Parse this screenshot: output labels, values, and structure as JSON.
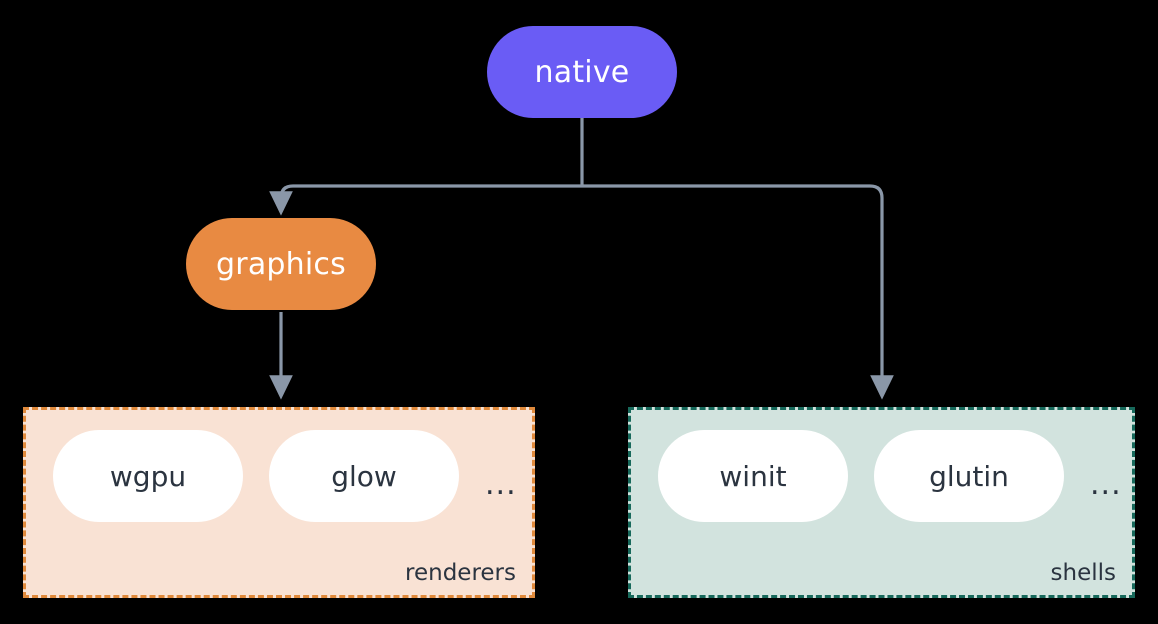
{
  "diagram": {
    "background_color": "#000000",
    "connector_color": "#8a97a8",
    "nodes": {
      "root": {
        "label": "native",
        "fill": "#6a5cf5",
        "text_color": "#ffffff"
      },
      "graphics": {
        "label": "graphics",
        "fill": "#e88a42",
        "text_color": "#ffffff"
      }
    },
    "groups": [
      {
        "id": "renderers",
        "label": "renderers",
        "fill": "#f9e2d4",
        "border_color": "#e08a3c",
        "items": [
          "wgpu",
          "glow"
        ],
        "more": "..."
      },
      {
        "id": "shells",
        "label": "shells",
        "fill": "#d2e3de",
        "border_color": "#17695b",
        "items": [
          "winit",
          "glutin"
        ],
        "more": "..."
      }
    ],
    "edges": [
      {
        "from": "native",
        "to": "graphics"
      },
      {
        "from": "native",
        "to": "shells"
      },
      {
        "from": "graphics",
        "to": "renderers"
      }
    ]
  }
}
